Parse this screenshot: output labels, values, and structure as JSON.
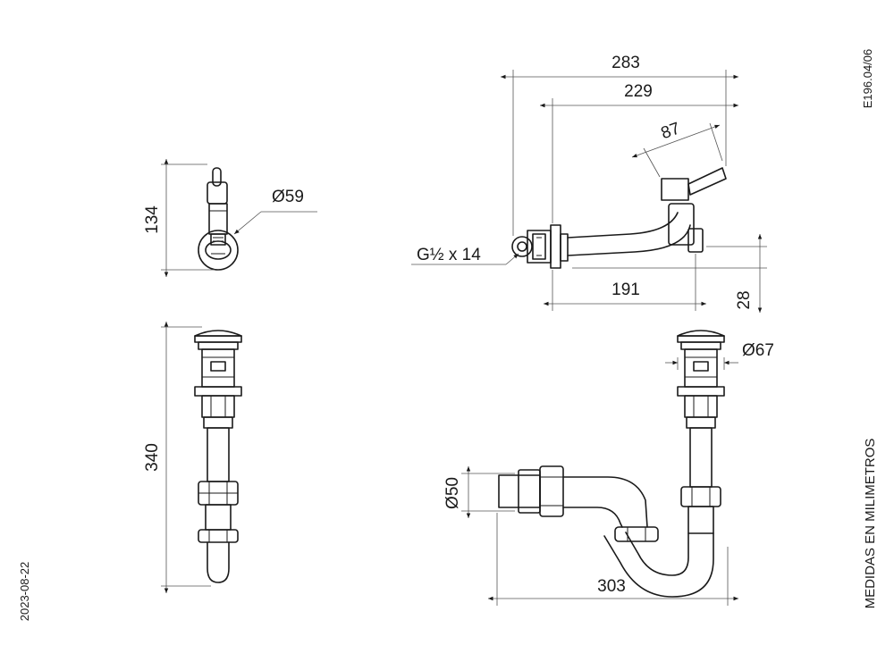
{
  "drawing": {
    "reference_code": "E196.04/06",
    "date": "2023-08-22",
    "units_note": "MEDIDAS EN MILIMETROS",
    "dimensions": {
      "tap_front_height": "134",
      "tap_diameter": "Ø59",
      "tap_total_length": "283",
      "tap_spout_length": "229",
      "tap_lever_length": "87",
      "tap_connection": "G½ x 14",
      "tap_pipe_length": "191",
      "tap_offset": "28",
      "drain_height": "340",
      "drain_diameter": "Ø67",
      "trap_outlet_diameter": "Ø50",
      "trap_length": "303"
    }
  }
}
